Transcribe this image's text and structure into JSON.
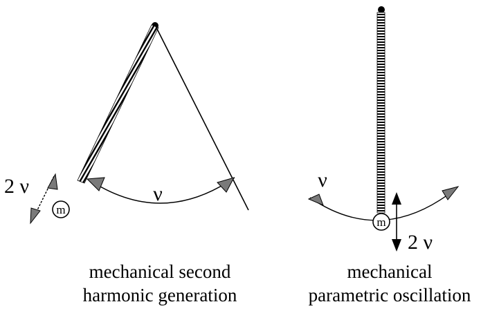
{
  "diagram": {
    "left_panel": {
      "frequency_label": "ν",
      "harmonic_label": "2 ν",
      "mass_label": "m",
      "caption_line1": "mechanical second",
      "caption_line2": "harmonic generation"
    },
    "right_panel": {
      "frequency_label": "ν",
      "harmonic_label": "2 ν",
      "mass_label": "m",
      "caption_line1": "mechanical",
      "caption_line2": "parametric oscillation"
    },
    "colors": {
      "ink": "#000000",
      "arrowhead_gray": "#7a7a7a",
      "background": "#ffffff"
    }
  }
}
